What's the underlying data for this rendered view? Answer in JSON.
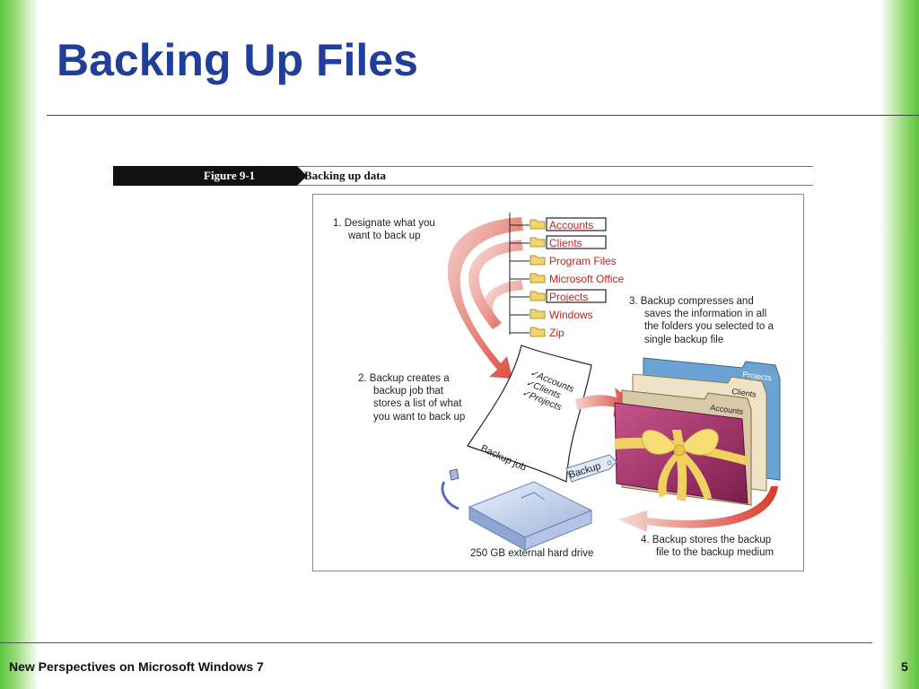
{
  "slide": {
    "title": "Backing Up Files",
    "footer": "New Perspectives on Microsoft Windows 7",
    "page_number": "5"
  },
  "figure": {
    "number": "Figure 9-1",
    "caption": "Backing up data",
    "folders": [
      {
        "label": "Accounts",
        "boxed": true
      },
      {
        "label": "Clients",
        "boxed": true
      },
      {
        "label": "Program Files",
        "boxed": false
      },
      {
        "label": "Microsoft Office",
        "boxed": false
      },
      {
        "label": "Projects",
        "boxed": true
      },
      {
        "label": "Windows",
        "boxed": false
      },
      {
        "label": "Zip",
        "boxed": false
      }
    ],
    "steps": [
      {
        "number": "1.",
        "lines": [
          "Designate what you",
          "want to back up"
        ]
      },
      {
        "number": "2.",
        "lines": [
          "Backup creates a",
          "backup job that",
          "stores a list of what",
          "you want to back up"
        ]
      },
      {
        "number": "3.",
        "lines": [
          "Backup compresses and",
          "saves the information in all",
          "the folders you selected to a",
          "single backup file"
        ]
      },
      {
        "number": "4.",
        "lines": [
          "Backup stores the backup",
          "file to the backup medium"
        ]
      }
    ],
    "job_list": [
      "Accounts",
      "Clients",
      "Projects"
    ],
    "job_title": "Backup job",
    "folder_tabs": [
      "Projects",
      "Clients",
      "Accounts"
    ],
    "tag_label": "Backup",
    "drive_label": "250 GB external hard drive"
  },
  "colors": {
    "title": "#203f9a",
    "edge_green": "#5cc33f",
    "folder_text": "#cc1f1f",
    "arrow": "#d93a2c"
  }
}
